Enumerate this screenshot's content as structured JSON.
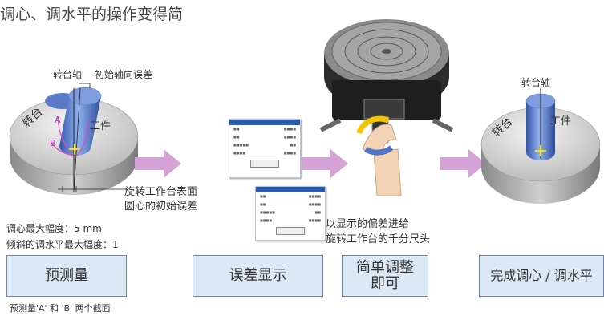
{
  "title": "调心、调水平的操作变得简",
  "left_diagram": {
    "spindle_label": "转台轴",
    "axial_error_label": "初始轴向误差",
    "turntable_label": "转台",
    "workpiece_label": "工件",
    "section_a": "A",
    "section_b": "B",
    "center_error_line1": "旋转工作台表面",
    "center_error_line2": "圆心的初始误差"
  },
  "specs": {
    "line1": "调心最大幅度：5 mm",
    "line2": "倾斜的调水平最大幅度：1"
  },
  "middle": {
    "dial_hint_line1": "以显示的偏差进给",
    "dial_hint_line2": "旋转工作台的千分尺头"
  },
  "right_diagram": {
    "spindle_label": "转台轴",
    "turntable_label": "转台",
    "workpiece_label": "工件"
  },
  "steps": [
    {
      "line1": "预测量",
      "line2": ""
    },
    {
      "line1": "误差显示",
      "line2": ""
    },
    {
      "line1": "简单调整",
      "line2": "即可"
    },
    {
      "line1": "完成调心 / 调水平",
      "line2": ""
    }
  ],
  "footnote": "预测量'A' 和 'B' 两个截面",
  "colors": {
    "arrow": "#d6a3d8",
    "step_fill": "#dce8f4",
    "step_border": "#6d86a9",
    "cylinder": "#4f73c8",
    "cross": "#f2e20b",
    "pink_outline": "#d84cc8"
  }
}
